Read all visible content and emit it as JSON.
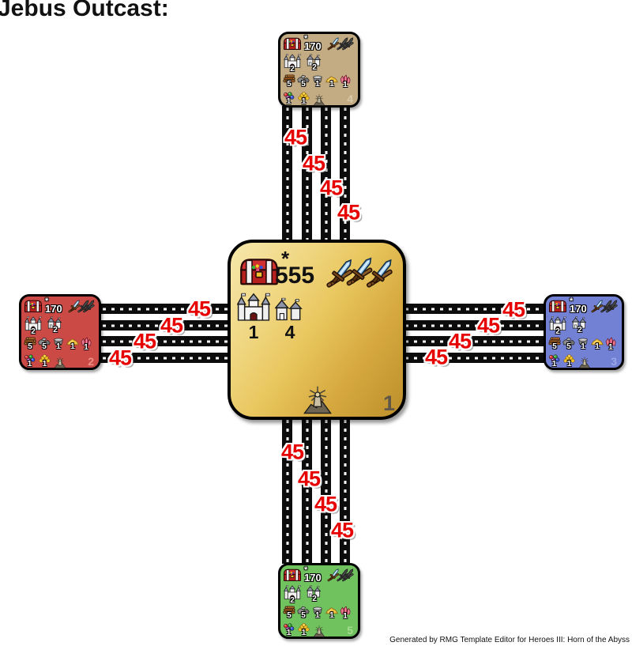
{
  "title": "Jebus Outcast:",
  "footer": "Generated by RMG Template Editor for Heroes III: Horn of the Abyss",
  "center_zone": {
    "id": "1",
    "treasure_star": "*",
    "treasure_value": "555",
    "castle_count": "1",
    "town_count": "4"
  },
  "zones": {
    "top": {
      "id": "4",
      "treasure_star": "*",
      "treasure_value": "170",
      "castle_count": "2",
      "town_count": "2",
      "wood": "5",
      "ore": "5",
      "mercury": "1",
      "sulfur": "1",
      "crystal": "1",
      "gems": "1",
      "gold": "1"
    },
    "left": {
      "id": "2",
      "treasure_star": "*",
      "treasure_value": "170",
      "castle_count": "2",
      "town_count": "2",
      "wood": "5",
      "ore": "5",
      "mercury": "1",
      "sulfur": "1",
      "crystal": "1",
      "gems": "1",
      "gold": "1"
    },
    "right": {
      "id": "3",
      "treasure_star": "*",
      "treasure_value": "170",
      "castle_count": "2",
      "town_count": "2",
      "wood": "5",
      "ore": "5",
      "mercury": "1",
      "sulfur": "1",
      "crystal": "1",
      "gems": "1",
      "gold": "1"
    },
    "bottom": {
      "id": "5",
      "treasure_star": "*",
      "treasure_value": "170",
      "castle_count": "2",
      "town_count": "2",
      "wood": "5",
      "ore": "5",
      "mercury": "1",
      "sulfur": "1",
      "crystal": "1",
      "gems": "1",
      "gold": "1"
    }
  },
  "connections": {
    "top": [
      "45",
      "45",
      "45",
      "45"
    ],
    "left": [
      "45",
      "45",
      "45",
      "45"
    ],
    "right": [
      "45",
      "45",
      "45",
      "45"
    ],
    "bottom": [
      "45",
      "45",
      "45",
      "45"
    ]
  },
  "icons": {
    "treasure_chest": "treasure-chest-icon",
    "swords": "guard-swords-icon",
    "castle": "castle-icon",
    "town": "town-icon",
    "wood": "wood-icon",
    "ore": "ore-icon",
    "mercury": "mercury-icon",
    "sulfur": "sulfur-icon",
    "crystal": "crystal-icon",
    "gems": "gems-icon",
    "gold": "gold-icon",
    "windmill": "windmill-icon"
  },
  "colors": {
    "center_zone": "#e2bd5a",
    "top_zone": "#c3ab83",
    "left_zone": "#cc4a45",
    "right_zone": "#7381d5",
    "bottom_zone": "#6fc25e",
    "connection_label": "#e60000",
    "road": "#0c0c0c"
  }
}
